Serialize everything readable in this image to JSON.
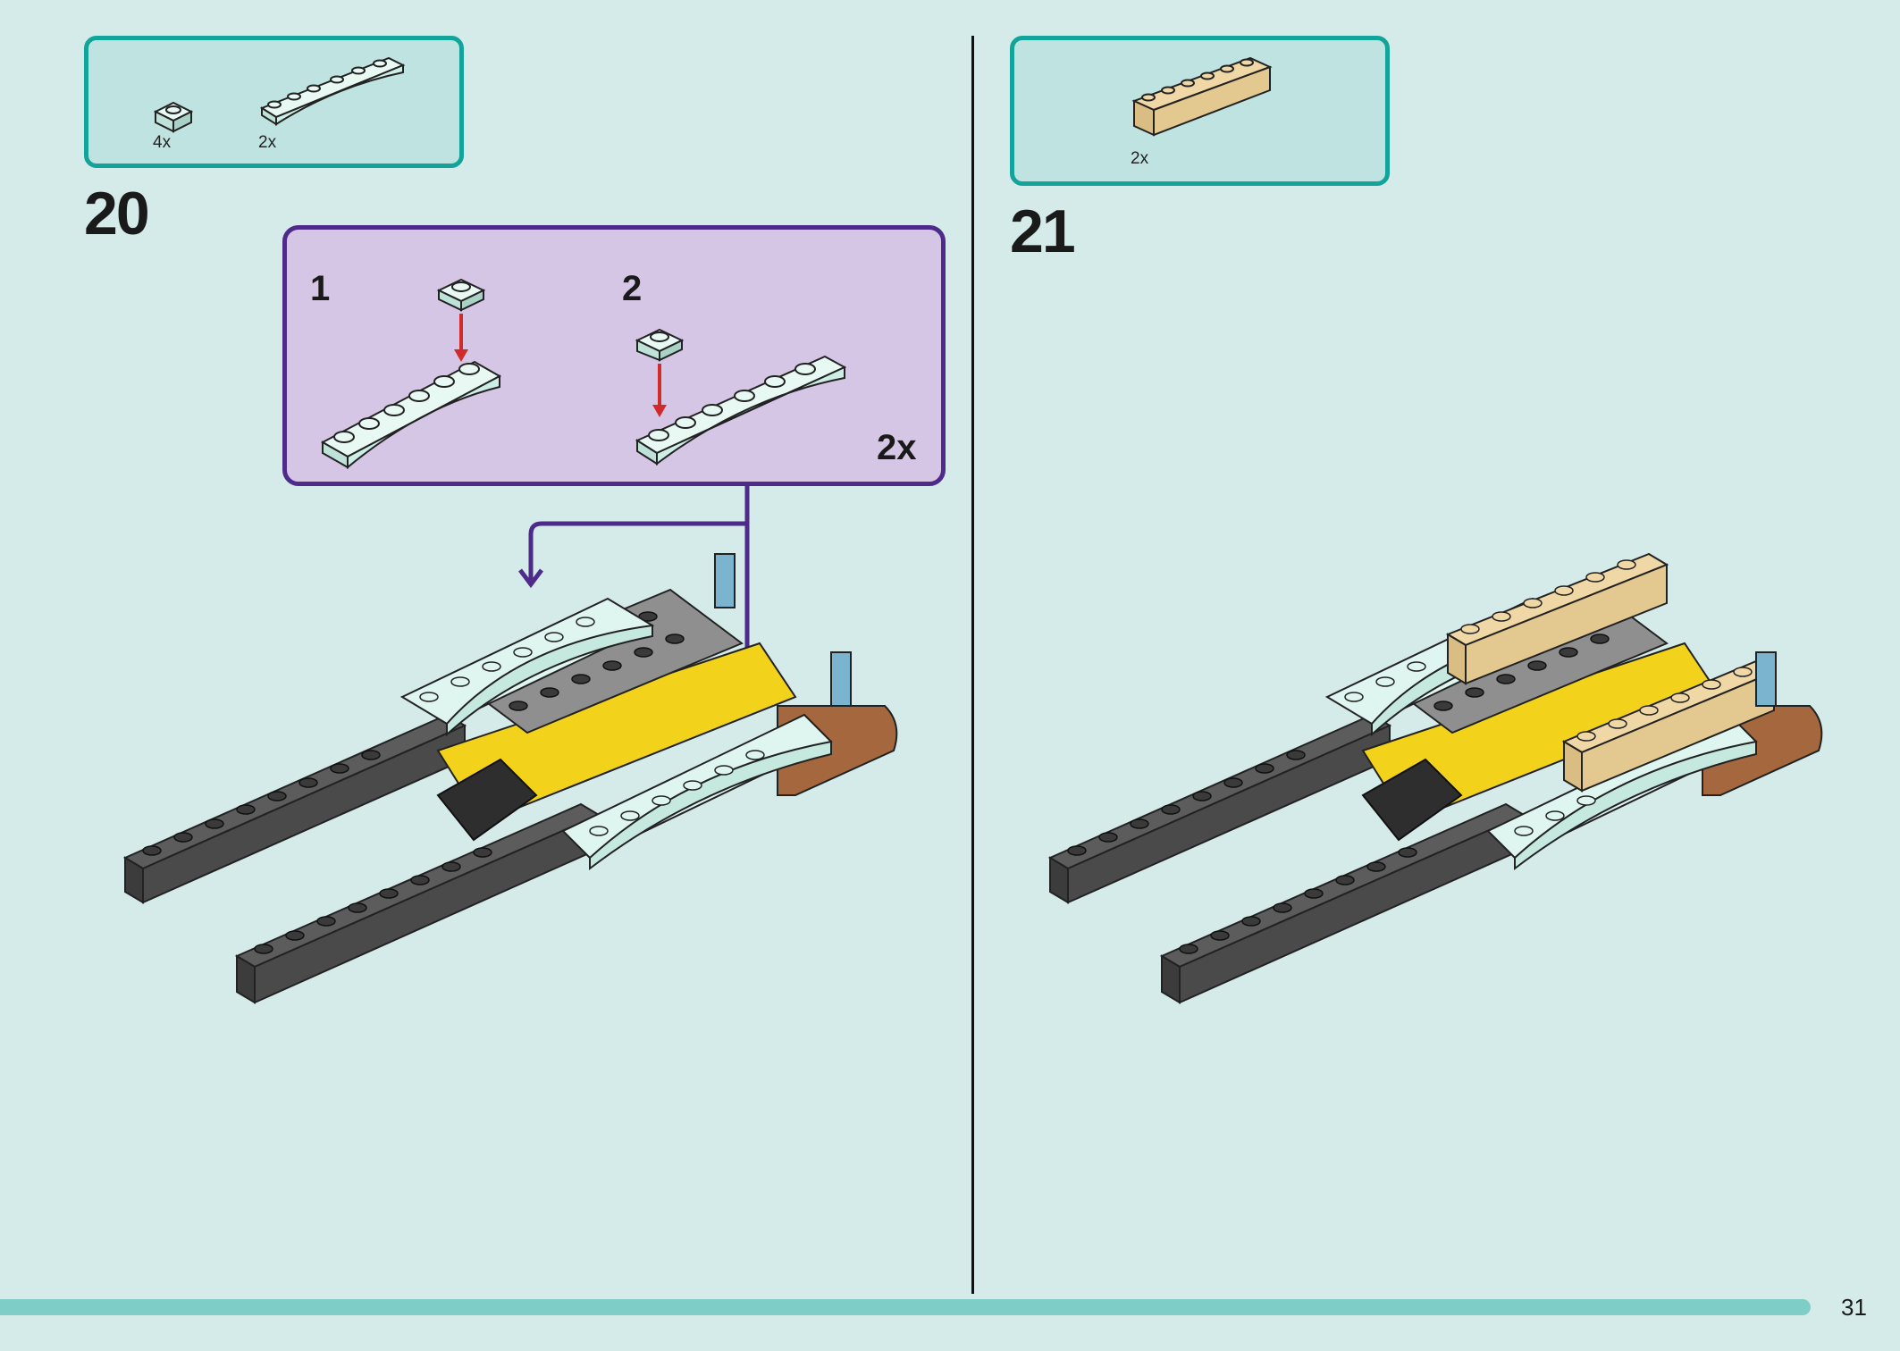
{
  "page": {
    "number": "31"
  },
  "colors": {
    "background": "#d4ebe9",
    "parts_box_fill": "#bfe3e0",
    "parts_box_border": "#12a39a",
    "subassembly_fill": "#d6c6e6",
    "subassembly_border": "#4e2b8a",
    "arrow_red": "#d12a2a",
    "mint_brick": "#dff5ef",
    "dark_grey_brick": "#4a4a4a",
    "tan_brick": "#e3c88f",
    "footer_bar": "#7ecdc6"
  },
  "steps": [
    {
      "number": "20",
      "parts": [
        {
          "name": "mint-plate-1x1",
          "qty": "4x",
          "icon": "plate-1x1-icon"
        },
        {
          "name": "mint-arch-plate",
          "qty": "2x",
          "icon": "arch-plate-icon"
        }
      ],
      "subassembly": {
        "substeps": [
          "1",
          "2"
        ],
        "multiplier": "2x"
      }
    },
    {
      "number": "21",
      "parts": [
        {
          "name": "tan-brick-1x6",
          "qty": "2x",
          "icon": "tan-brick-icon"
        }
      ]
    }
  ]
}
